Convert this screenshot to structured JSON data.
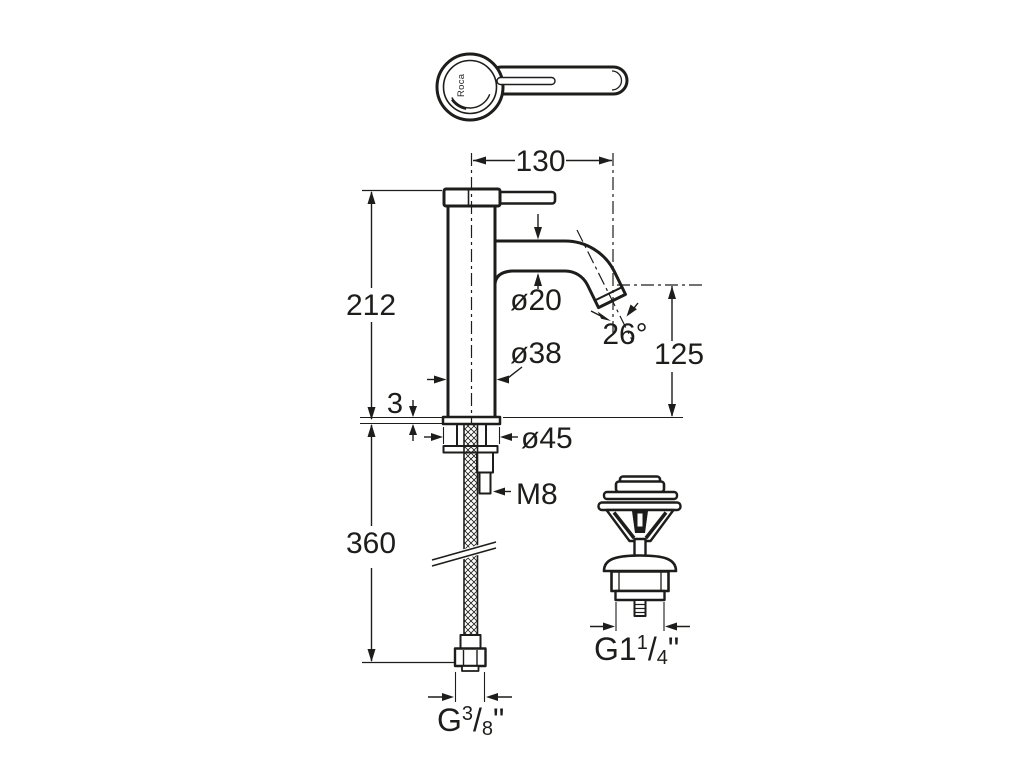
{
  "drawing": {
    "brand_logo": "Roca",
    "dims": {
      "spout_reach": "130",
      "body_height": "212",
      "base_plate": "3",
      "spout_diameter": "ø20",
      "body_diameter": "ø38",
      "spout_angle": "26°",
      "outlet_height": "125",
      "base_diameter": "ø45",
      "stud_thread": "M8",
      "hose_length": "360"
    },
    "supply_thread": {
      "prefix": "G",
      "sup": "3",
      "slash": "/",
      "sub": "8",
      "unit": "\""
    },
    "waste_thread": {
      "prefix": "G1",
      "sup": "1",
      "slash": "/",
      "sub": "4",
      "unit": "\""
    },
    "ink": "#1d1d1b"
  }
}
